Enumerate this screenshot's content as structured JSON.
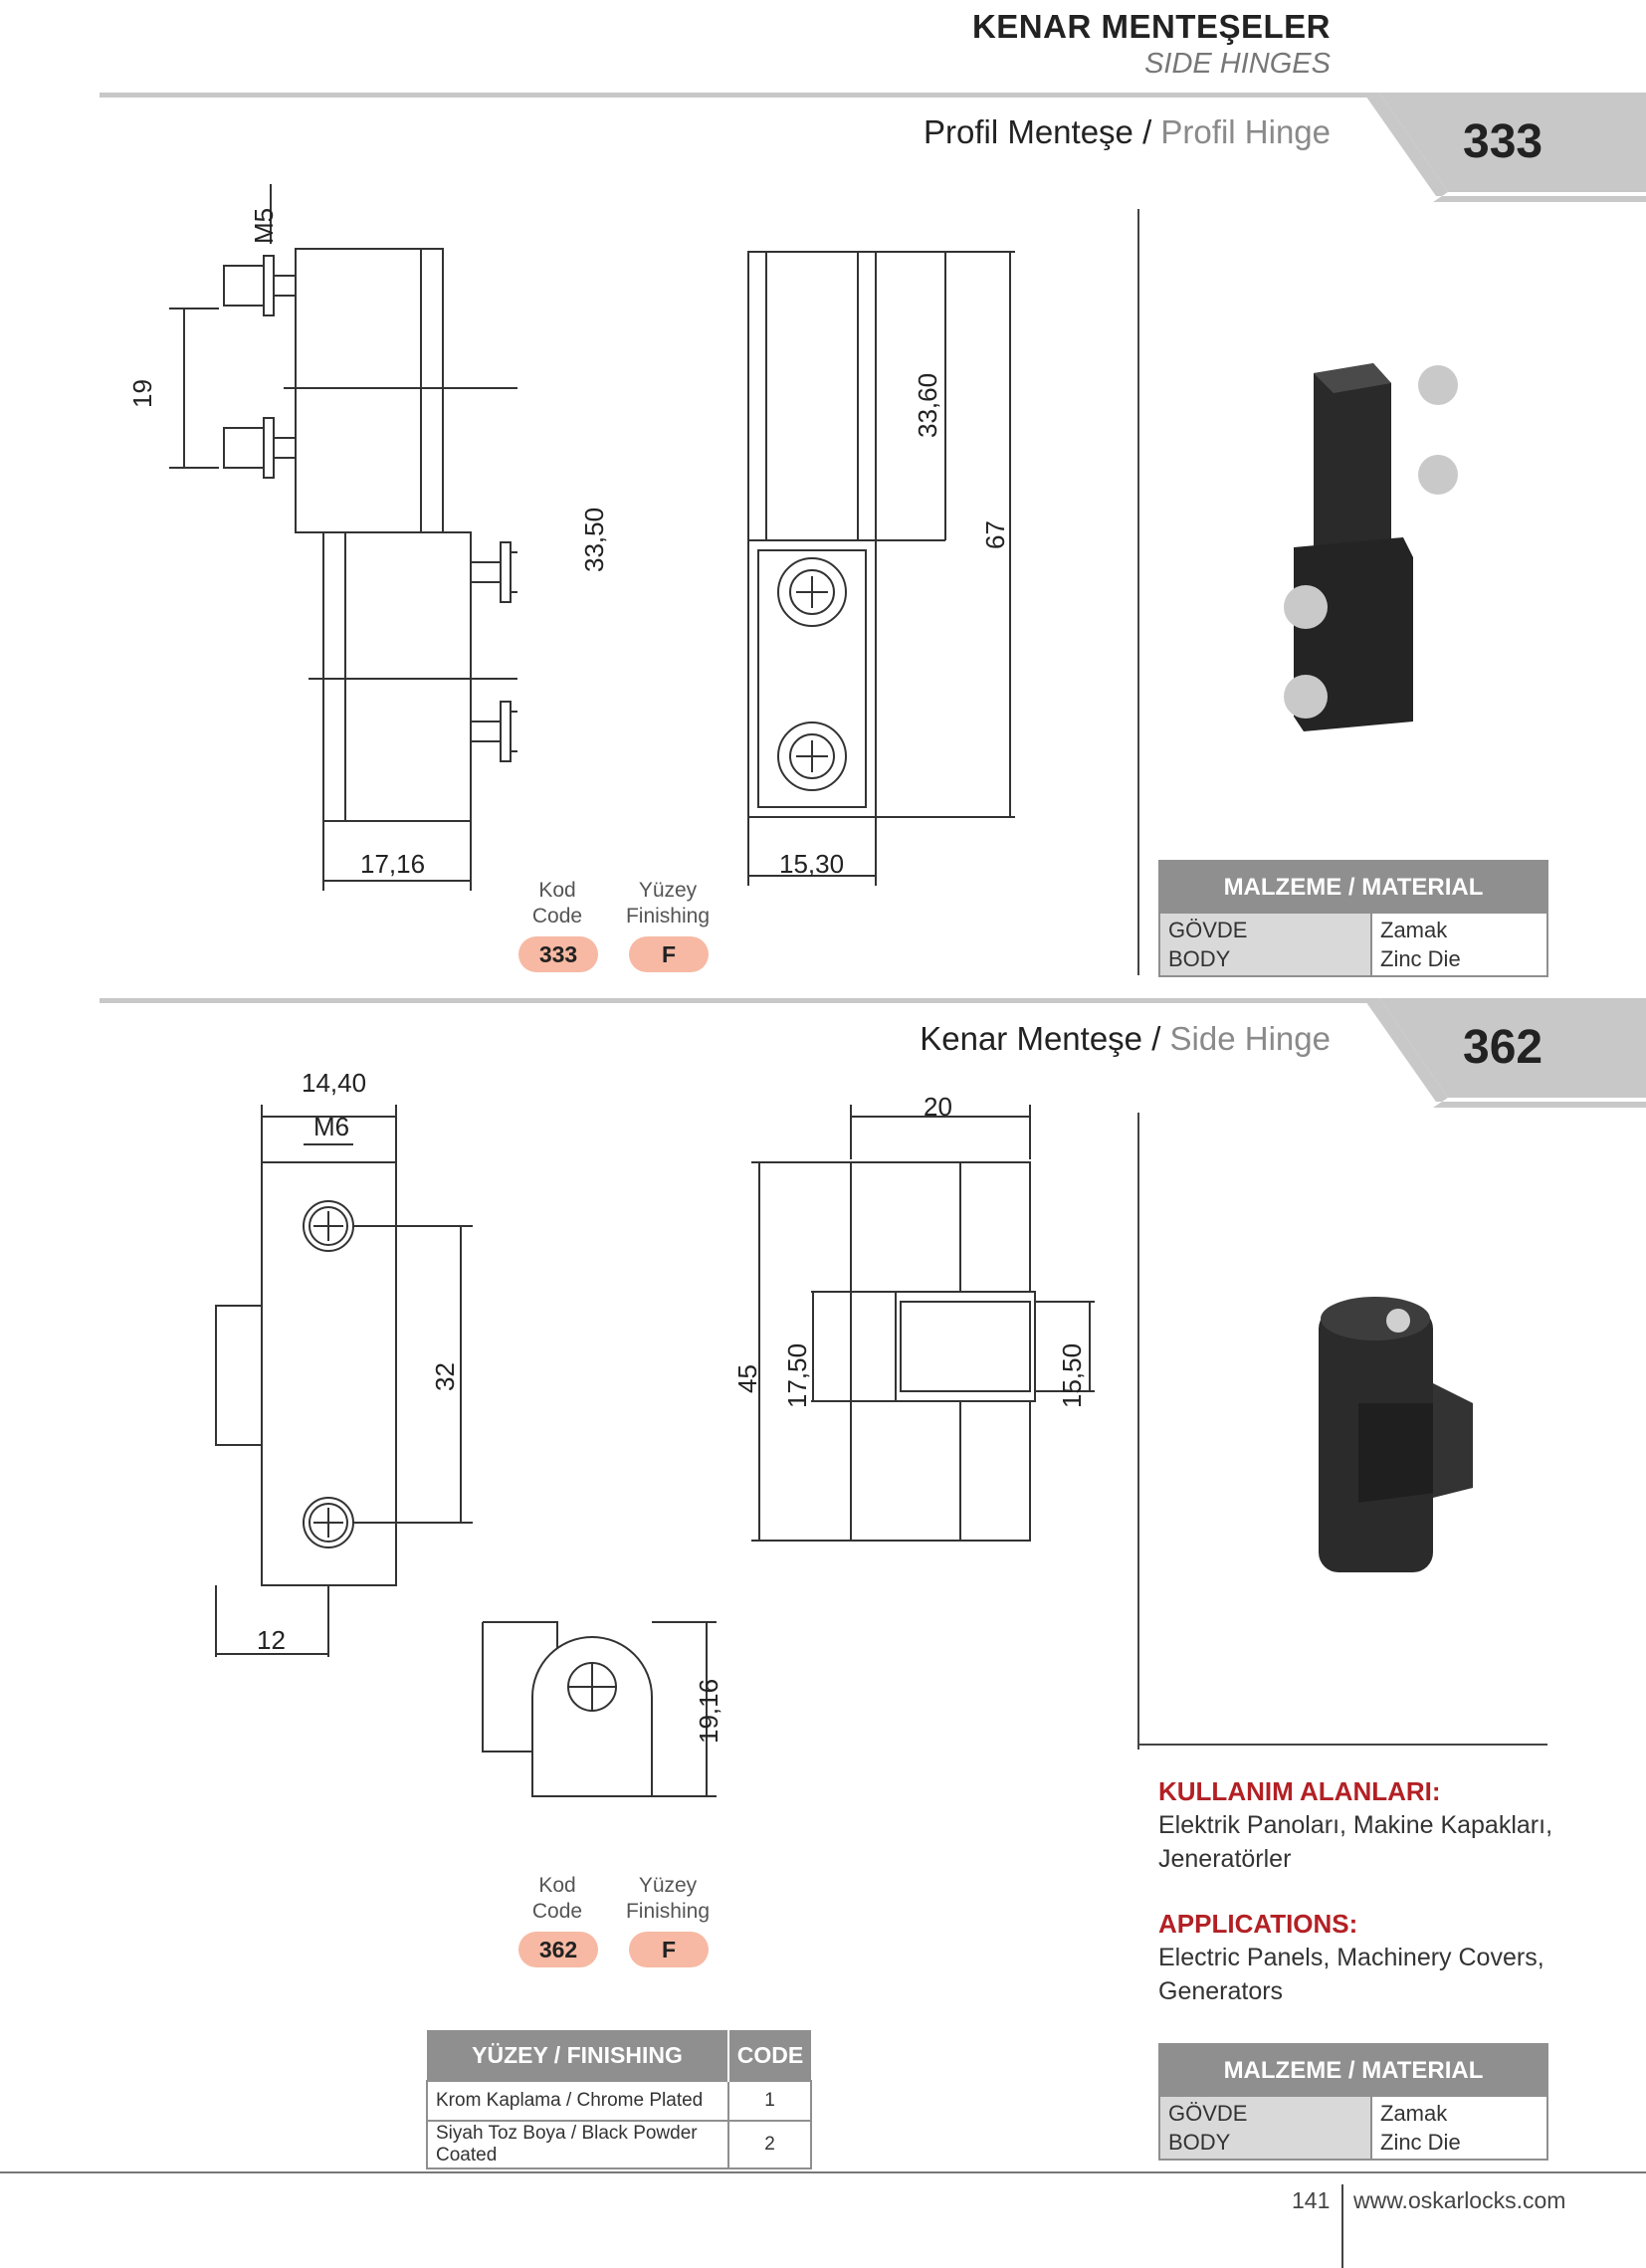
{
  "header": {
    "title_tr": "KENAR MENTEŞELER",
    "title_en": "SIDE HINGES"
  },
  "section1": {
    "title_tr": "Profil Menteşe /",
    "title_en": "Profil Hinge",
    "number": "333",
    "dims": {
      "m5": "M5",
      "d19": "19",
      "d3350": "33,50",
      "d1716": "17,16",
      "d3360": "33,60",
      "d67": "67",
      "d1530": "15,30"
    },
    "code_label_tr": "Kod",
    "code_label_en": "Code",
    "finish_label_tr": "Yüzey",
    "finish_label_en": "Finishing",
    "code": "333",
    "finish": "F",
    "material": {
      "header": "MALZEME / MATERIAL",
      "left1": "GÖVDE",
      "left2": "BODY",
      "right1": "Zamak",
      "right2": "Zinc Die"
    }
  },
  "section2": {
    "title_tr": "Kenar Menteşe /",
    "title_en": "Side Hinge",
    "number": "362",
    "dims": {
      "d1440": "14,40",
      "m6": "M6",
      "d32": "32",
      "d12": "12",
      "d20": "20",
      "d45": "45",
      "d1750": "17,50",
      "d1550": "15,50",
      "d1916": "19,16"
    },
    "code_label_tr": "Kod",
    "code_label_en": "Code",
    "finish_label_tr": "Yüzey",
    "finish_label_en": "Finishing",
    "code": "362",
    "finish": "F",
    "applications": {
      "tr_heading": "KULLANIM ALANLARI:",
      "tr_line1": "Elektrik Panoları, Makine Kapakları,",
      "tr_line2": "Jeneratörler",
      "en_heading": "APPLICATIONS:",
      "en_line1": "Electric Panels, Machinery Covers,",
      "en_line2": "Generators"
    },
    "material": {
      "header": "MALZEME / MATERIAL",
      "left1": "GÖVDE",
      "left2": "BODY",
      "right1": "Zamak",
      "right2": "Zinc Die"
    },
    "finishing_table": {
      "h1": "YÜZEY / FINISHING",
      "h2": "CODE",
      "rows": [
        {
          "name": "Krom Kaplama / Chrome Plated",
          "code": "1"
        },
        {
          "name": "Siyah Toz Boya / Black Powder Coated",
          "code": "2"
        }
      ]
    }
  },
  "footer": {
    "page": "141",
    "url": "www.oskarlocks.com"
  },
  "colors": {
    "accent_red": "#b32024",
    "pill": "#f7b9a3",
    "table_gray": "#8f8f8f"
  }
}
